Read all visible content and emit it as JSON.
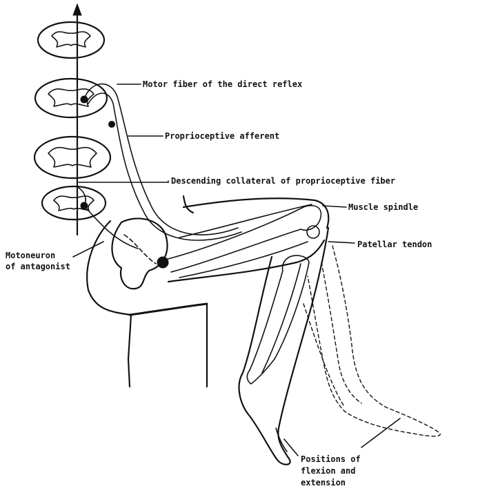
{
  "labels": {
    "motor_fiber": "Motor fiber of the direct reflex",
    "proprioceptive_afferent": "Proprioceptive afferent",
    "descending_collateral": "Descending collateral of proprioceptive fiber",
    "muscle_spindle": "Muscle spindle",
    "patellar_tendon": "Patellar tendon",
    "motoneuron_line1": "Motoneuron",
    "motoneuron_line2": "of antagonist",
    "positions_line1": "Positions of",
    "positions_line2": "flexion and",
    "positions_line3": "extension"
  },
  "colors": {
    "ink": "#111111",
    "background": "#ffffff"
  }
}
